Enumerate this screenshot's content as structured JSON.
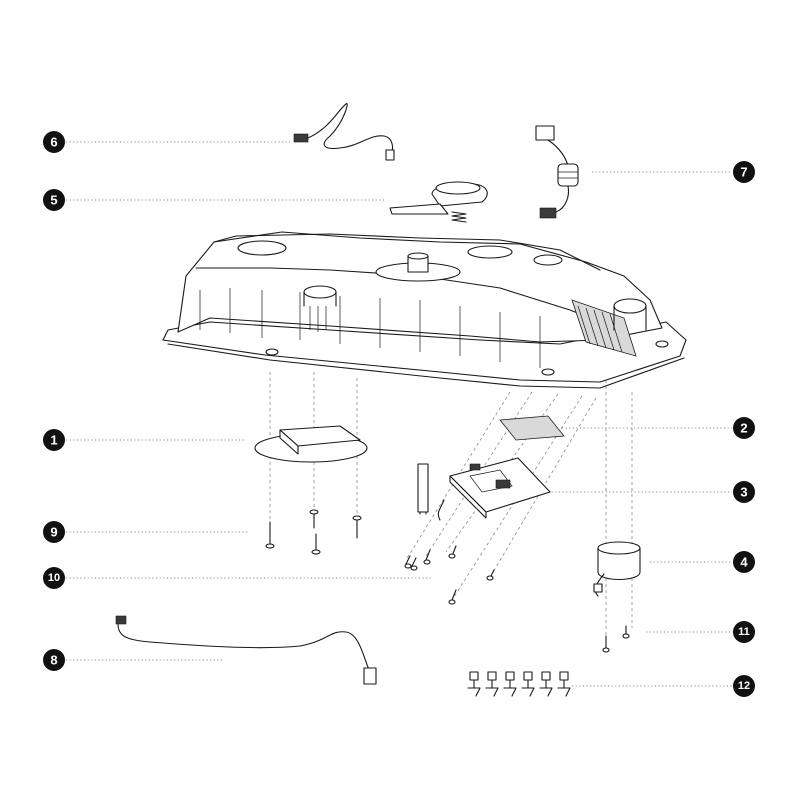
{
  "callouts": [
    {
      "number": "1",
      "color": "#ffffff"
    },
    {
      "number": "2",
      "color": "#ffffff"
    },
    {
      "number": "3",
      "color": "#e0262b"
    },
    {
      "number": "4",
      "color": "#ffffff"
    },
    {
      "number": "5",
      "color": "#ffffff"
    },
    {
      "number": "6",
      "color": "#ffffff"
    },
    {
      "number": "7",
      "color": "#ffffff"
    },
    {
      "number": "8",
      "color": "#ffffff"
    },
    {
      "number": "9",
      "color": "#ffffff"
    },
    {
      "number": "10",
      "color": "#ffffff"
    },
    {
      "number": "11",
      "color": "#ffffff"
    },
    {
      "number": "12",
      "color": "#ffffff"
    }
  ],
  "colors": {
    "line": "#1a1a1a",
    "badge": "#111111",
    "highlight": "#e0262b",
    "leader": "#8a8a8a"
  }
}
